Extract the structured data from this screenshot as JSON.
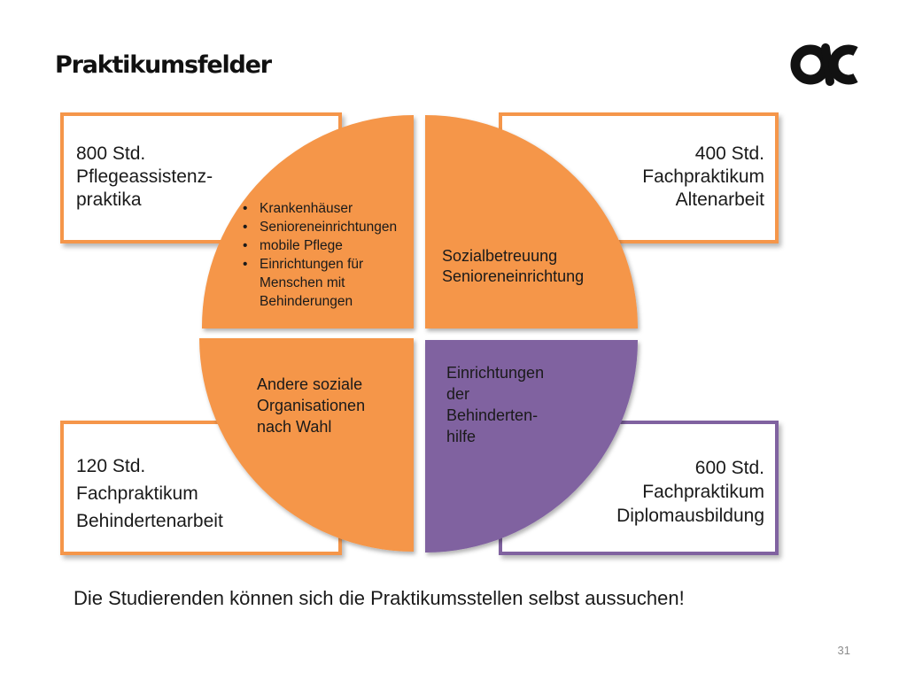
{
  "slide": {
    "title": "Praktikumsfelder",
    "logo_text": "ac",
    "page_number": "31",
    "footnote": "Die Studierenden können sich die Praktikumsstellen selbst aussuchen!"
  },
  "boxes": {
    "top_left": "800 Std.\nPflegeassistenz-\npraktika",
    "top_right": "400 Std.\nFachpraktikum\nAltenarbeit",
    "bottom_left": "120 Std.\nFachpraktikum\nBehindertenarbeit",
    "bottom_right": "600 Std.\nFachpraktikum\nDiplomausbildung"
  },
  "quadrants": {
    "top_left_items": [
      "Krankenhäuser",
      "Senioreneinrichtungen",
      "mobile Pflege",
      "Einrichtungen für\nMenschen mit\nBehinderungen"
    ],
    "top_right": "Sozialbetreuung\nSenioreneinrichtung",
    "bottom_left": "Andere soziale\nOrganisationen\nnach Wahl",
    "bottom_right": "Einrichtungen\nder\nBehinderten-\nhilfe"
  },
  "colors": {
    "orange": "#f5964a",
    "purple": "#8062a0",
    "logo": "#111111"
  }
}
